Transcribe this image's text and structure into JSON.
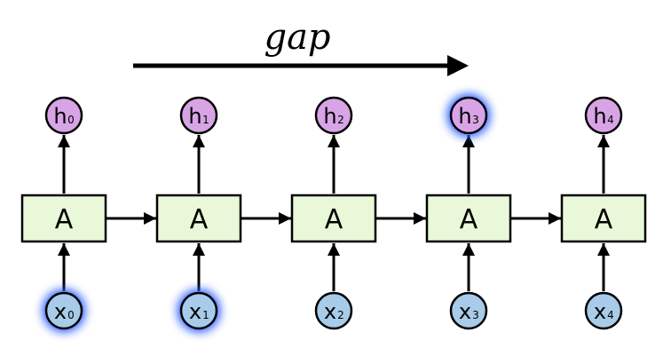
{
  "gap_label": "gap",
  "colors": {
    "cell_fill": "#e8f8d8",
    "hidden_fill": "#d8a4e6",
    "input_fill": "#a7cbe8",
    "stroke": "#000000",
    "glow": "#2f5cff"
  },
  "cells": [
    {
      "label": "A",
      "h": "h",
      "h_sub": "0",
      "x": "x",
      "x_sub": "0",
      "h_glow": false,
      "x_glow": true
    },
    {
      "label": "A",
      "h": "h",
      "h_sub": "1",
      "x": "x",
      "x_sub": "1",
      "h_glow": false,
      "x_glow": true
    },
    {
      "label": "A",
      "h": "h",
      "h_sub": "2",
      "x": "x",
      "x_sub": "2",
      "h_glow": false,
      "x_glow": false
    },
    {
      "label": "A",
      "h": "h",
      "h_sub": "3",
      "x": "x",
      "x_sub": "3",
      "h_glow": true,
      "x_glow": false
    },
    {
      "label": "A",
      "h": "h",
      "h_sub": "4",
      "x": "x",
      "x_sub": "4",
      "h_glow": false,
      "x_glow": false
    }
  ]
}
